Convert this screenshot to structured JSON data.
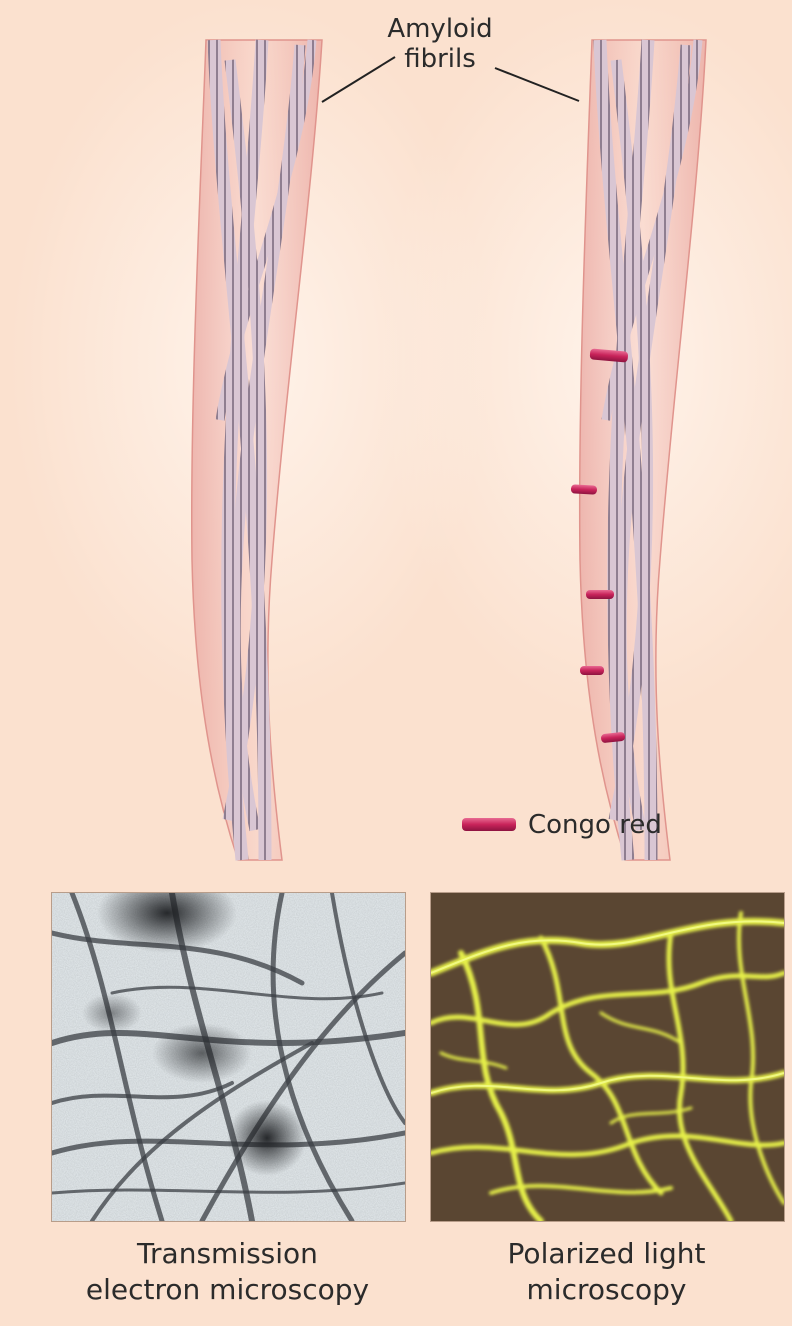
{
  "labels": {
    "amyloid_line1": "Amyloid",
    "amyloid_line2": "fibrils",
    "congo_red": "Congo red",
    "tem_line1": "Transmission",
    "tem_line2": "electron microscopy",
    "plm_line1": "Polarized light",
    "plm_line2": "microscopy"
  },
  "colors": {
    "background": "#fbe1cf",
    "fibril_sheath": "#f2b8b0",
    "fibril_strand": "#c9b3c4",
    "congo_red": "#c8235a",
    "tem_background": "#e9eef0",
    "plm_background": "#5a4632",
    "plm_glow": "#e6f04a"
  }
}
